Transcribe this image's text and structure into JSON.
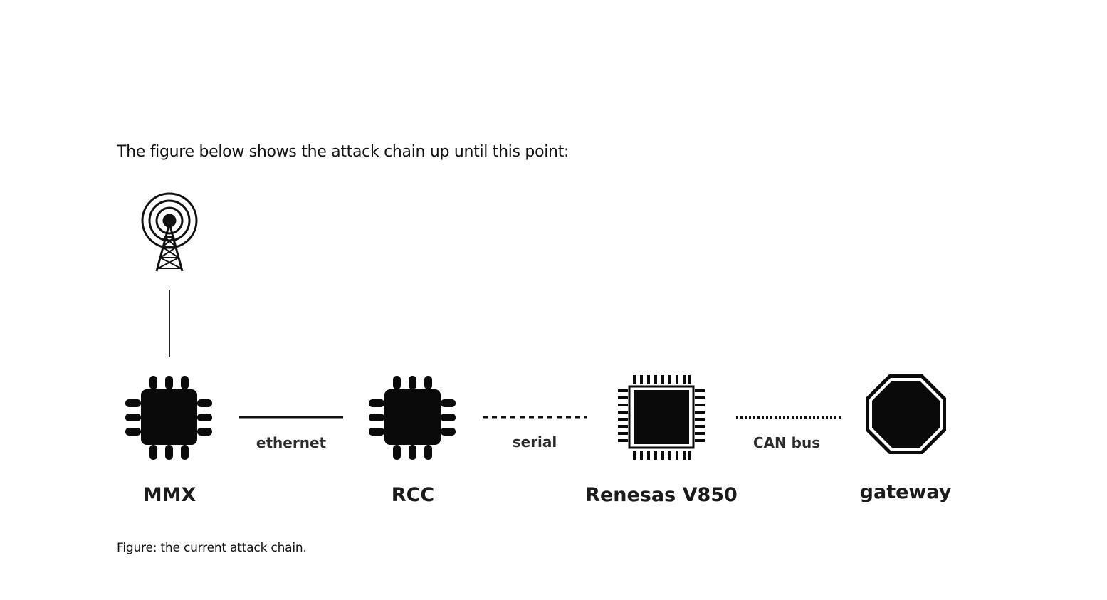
{
  "intro_text": "The figure below shows the attack chain up until this point:",
  "caption": "Figure: the current attack chain.",
  "diagram": {
    "antenna": {
      "icon": "radio-tower-icon"
    },
    "nodes": [
      {
        "id": "mmx",
        "label": "MMX",
        "icon": "chip-small-icon"
      },
      {
        "id": "rcc",
        "label": "RCC",
        "icon": "chip-small-icon"
      },
      {
        "id": "renesas",
        "label": "Renesas V850",
        "icon": "chip-many-pins-icon"
      },
      {
        "id": "gateway",
        "label": "gateway",
        "icon": "octagon-icon"
      }
    ],
    "links": [
      {
        "from": "mmx",
        "to": "rcc",
        "label": "ethernet",
        "style": "solid"
      },
      {
        "from": "rcc",
        "to": "renesas",
        "label": "serial",
        "style": "dashed"
      },
      {
        "from": "renesas",
        "to": "gateway",
        "label": "CAN bus",
        "style": "dotted"
      }
    ]
  }
}
